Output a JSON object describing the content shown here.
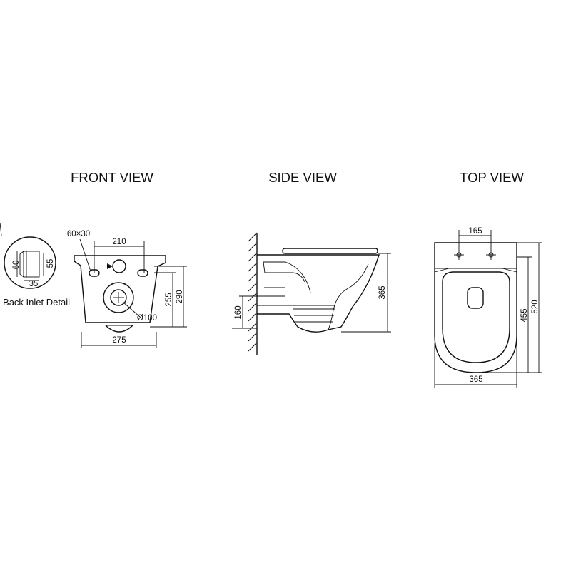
{
  "views": {
    "front": {
      "title": "FRONT VIEW",
      "dims": {
        "inlet_size": "60×30",
        "bolt_spacing": "210",
        "bolt_height": "255",
        "total_height": "290",
        "outlet_diameter": "Ø100",
        "width": "275"
      }
    },
    "side": {
      "title": "SIDE VIEW",
      "dims": {
        "height": "365",
        "outlet_height": "160"
      }
    },
    "top": {
      "title": "TOP VIEW",
      "dims": {
        "bolt_spacing": "165",
        "width": "365",
        "depth": "520",
        "bowl_depth": "455"
      }
    }
  },
  "inlet_detail": {
    "label": "Back Inlet Detail",
    "dims": {
      "outer_height": "60",
      "inner_height": "55",
      "depth": "35"
    }
  }
}
